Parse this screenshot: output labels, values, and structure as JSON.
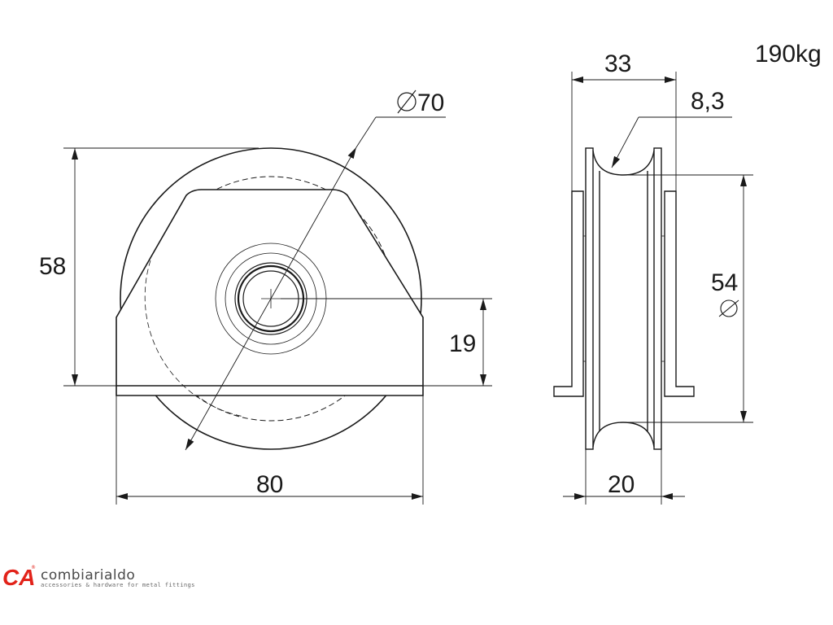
{
  "drawing": {
    "front_view": {
      "dim_diameter": "70",
      "dim_height": "58",
      "dim_axle_height": "19",
      "dim_width": "80"
    },
    "side_view": {
      "dim_overall_width": "33",
      "dim_groove": "8,3",
      "dim_groove_diameter": "54",
      "dim_wheel_width": "20"
    },
    "load_rating": "190kg"
  },
  "logo": {
    "initials": "CA",
    "word": "combiarialdo",
    "tagline": "accessories & hardware for metal fittings",
    "brand_red": "#e2231a",
    "registered_mark": "®"
  }
}
